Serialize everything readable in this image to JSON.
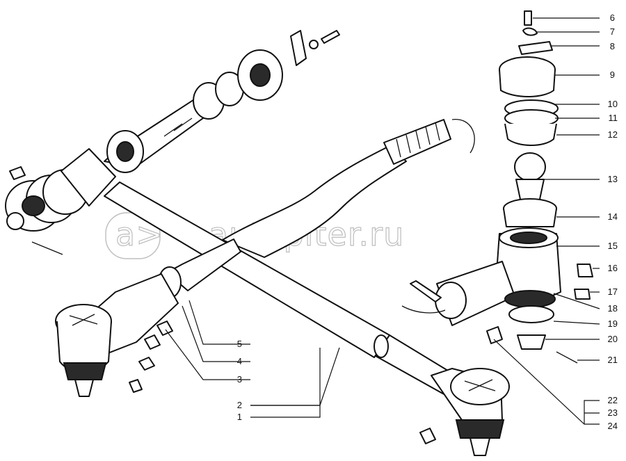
{
  "watermark": {
    "logo_text": "a>",
    "site_text": "autopiter.ru"
  },
  "callouts": [
    "1",
    "2",
    "3",
    "4",
    "5",
    "6",
    "7",
    "8",
    "9",
    "10",
    "11",
    "12",
    "13",
    "14",
    "15",
    "16",
    "17",
    "18",
    "19",
    "20",
    "21",
    "22",
    "23",
    "24"
  ],
  "colors": {
    "line": "#111111",
    "paper": "#ffffff",
    "watermark": "#bdbdbd"
  }
}
